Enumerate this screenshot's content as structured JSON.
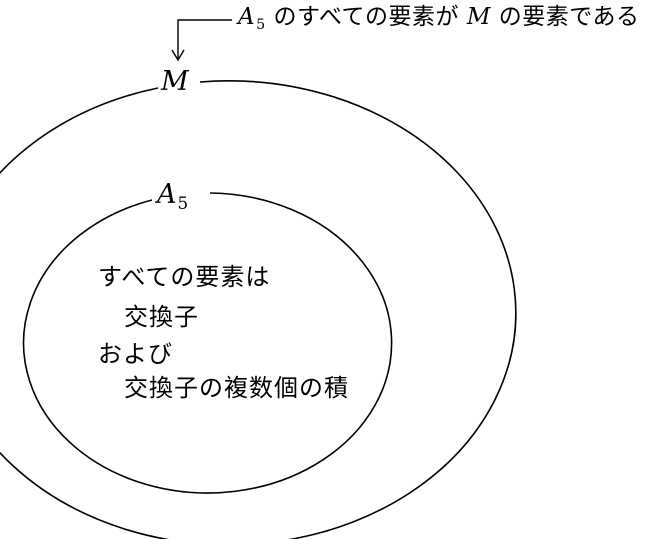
{
  "annotation": {
    "set_symbol": "A",
    "set_subscript": "5",
    "text_part1": "のすべての要素が",
    "set_symbol2": "M",
    "text_part2": "の要素である"
  },
  "outer_set": {
    "label": "M"
  },
  "inner_set": {
    "label": "A",
    "subscript": "5"
  },
  "inner_text": {
    "line1": "すべての要素は",
    "line2": "交換子",
    "line3": "および",
    "line4": "交換子の複数個の積"
  }
}
